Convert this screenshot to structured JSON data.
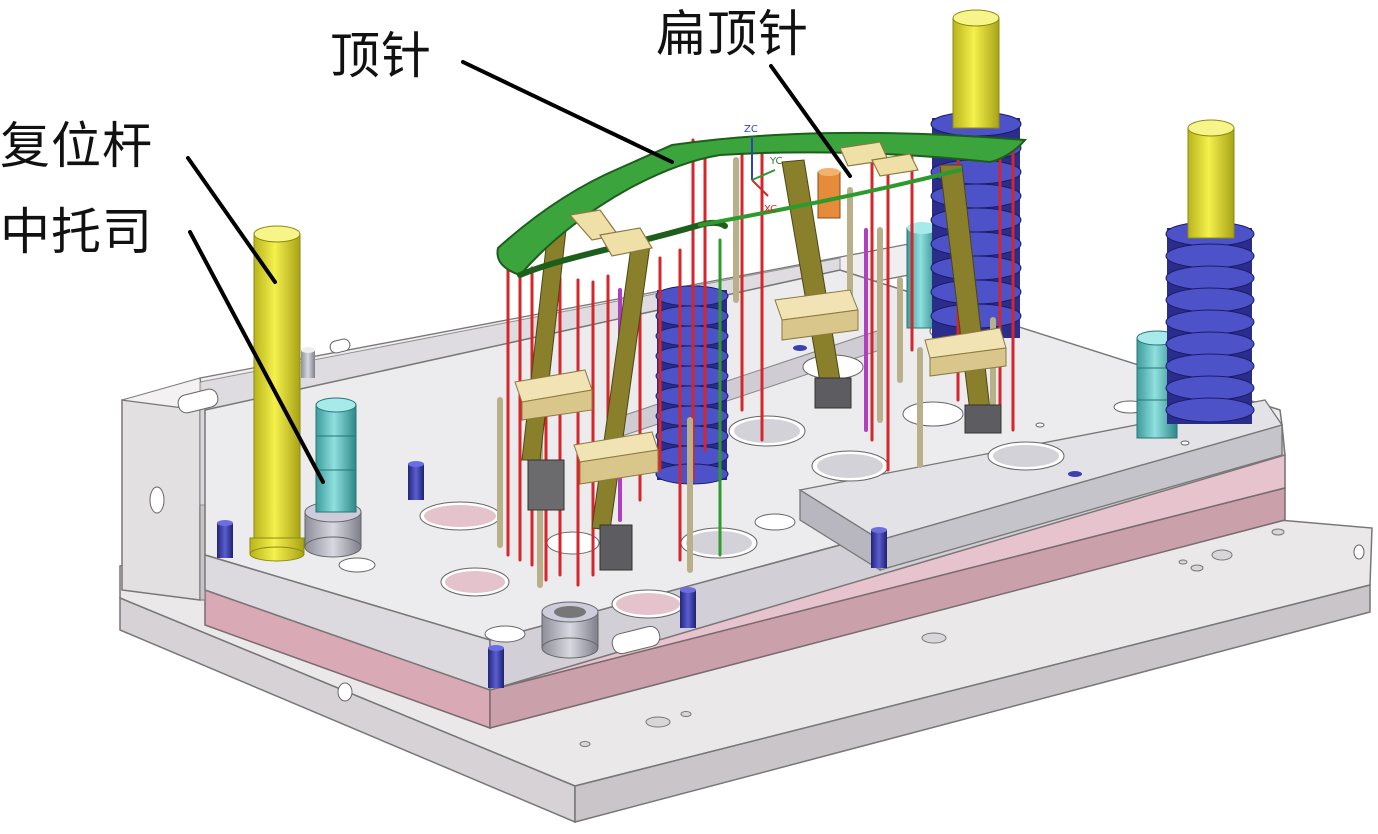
{
  "labels": {
    "ejector_pin": "顶针",
    "flat_ejector_pin": "扁顶针",
    "return_pin": "复位杆",
    "center_bush": "中托司"
  },
  "triad": {
    "zc": "ZC",
    "yc": "YC",
    "xc": "XC"
  },
  "colors": {
    "plate_light": "#e9e6e8",
    "plate_pink": "#e6bfc9",
    "return_pin": "#e6e23a",
    "spring": "#3b3fb0",
    "bush": "#62c6c6",
    "ejector_red": "#d4262b",
    "flat_pin": "#8a7f2a",
    "insert_green": "#2e9a2e",
    "block_tan": "#ecd9a0",
    "dowel_blue": "#2e2f9a"
  }
}
